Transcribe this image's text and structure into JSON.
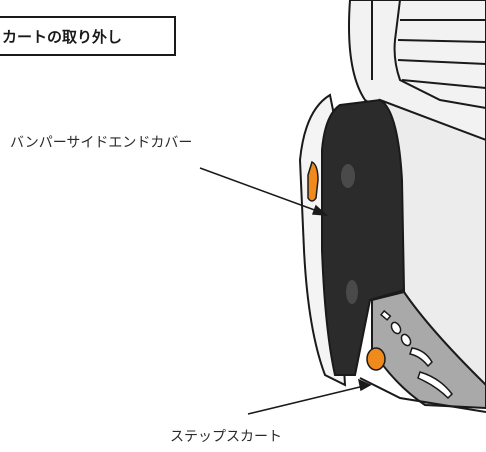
{
  "heading": {
    "text": "カートの取り外し"
  },
  "callouts": {
    "bumper_side_end_cover": "バンパーサイドエンドカバー",
    "step_skirt": "ステップスカート"
  },
  "colors": {
    "outline": "#1a1a1a",
    "body_light": "#f2f2f2",
    "body_shade": "#d9d9d9",
    "cover_black": "#2b2b2b",
    "skirt_gray": "#a9a9a9",
    "accent_orange": "#f08a1c"
  }
}
